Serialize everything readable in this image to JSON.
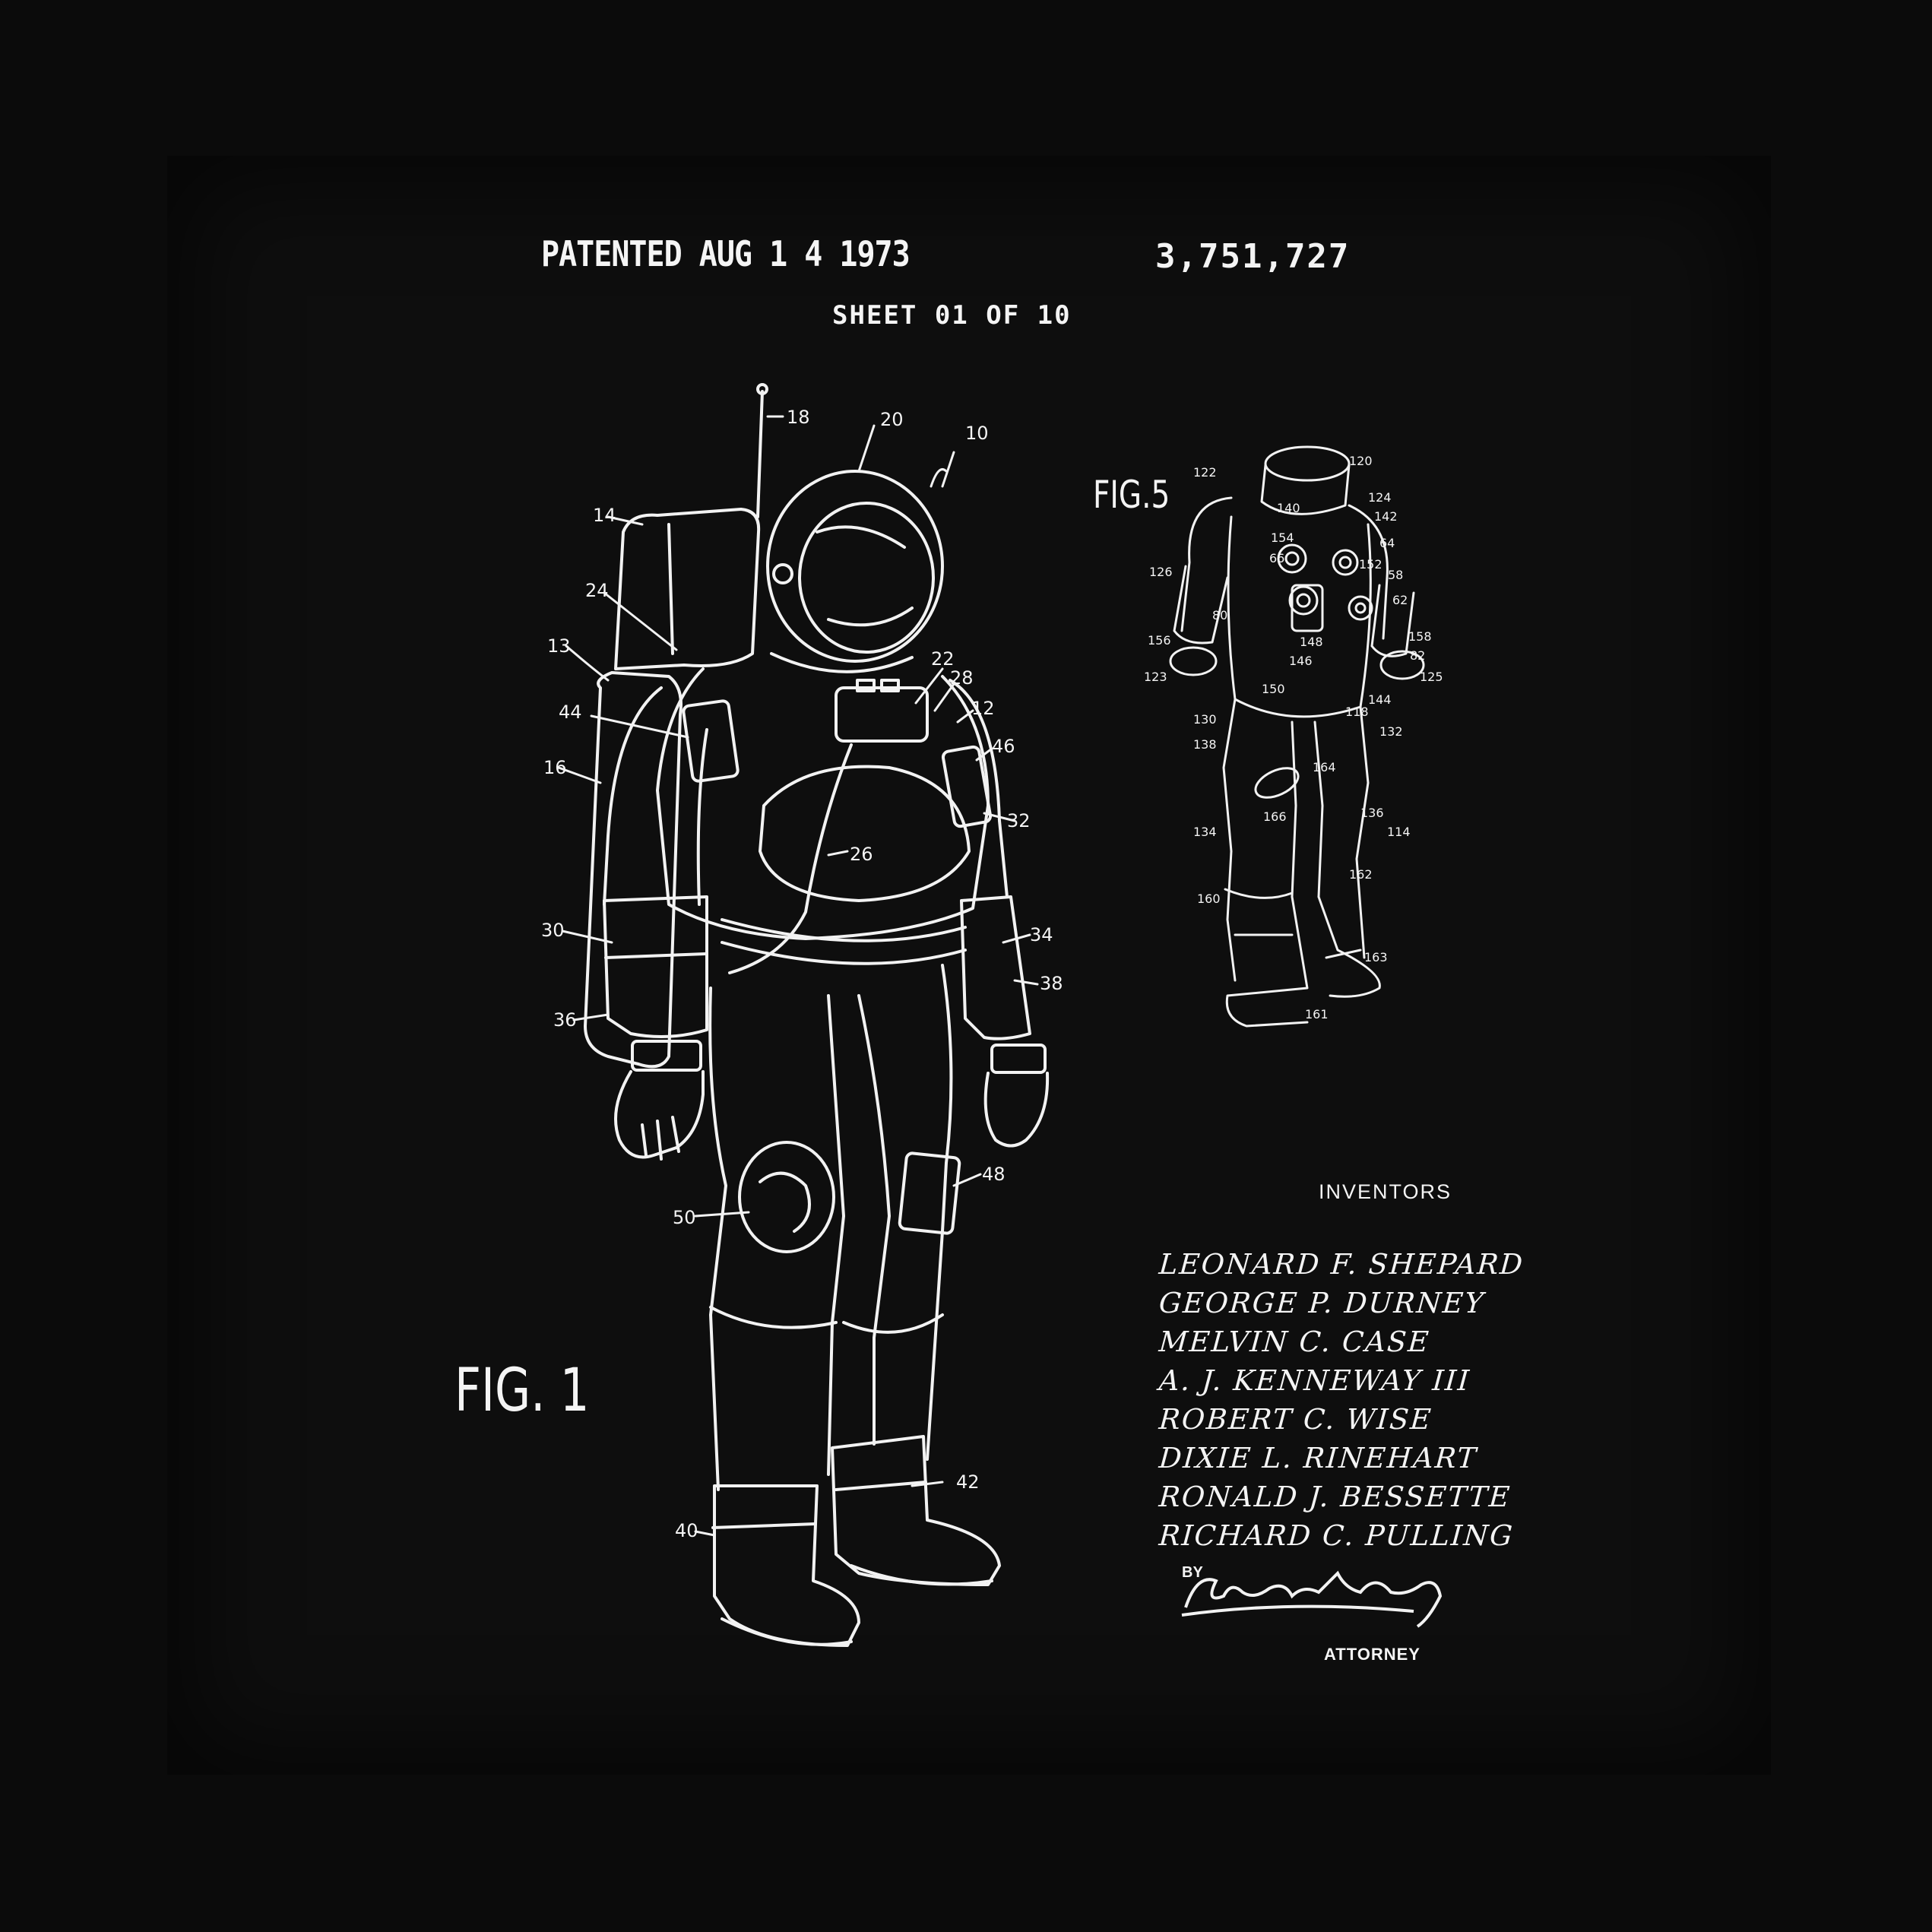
{
  "header": {
    "patented_label": "PATENTED AUG 1 4 1973",
    "patent_number": "3,751,727",
    "sheet": "SHEET  01 OF 10"
  },
  "figures": {
    "fig1_label": "FIG. 1",
    "fig5_label": "FIG.5"
  },
  "fig1_callouts": [
    "18",
    "20",
    "10",
    "14",
    "24",
    "13",
    "22",
    "28",
    "12",
    "44",
    "46",
    "16",
    "32",
    "26",
    "30",
    "34",
    "38",
    "36",
    "48",
    "50",
    "42",
    "40"
  ],
  "fig5_callouts": [
    "122",
    "120",
    "124",
    "142",
    "140",
    "154",
    "64",
    "66",
    "152",
    "58",
    "126",
    "62",
    "80",
    "148",
    "158",
    "156",
    "146",
    "82",
    "123",
    "150",
    "125",
    "144",
    "118",
    "130",
    "138",
    "132",
    "164",
    "166",
    "136",
    "114",
    "134",
    "162",
    "160",
    "163",
    "161"
  ],
  "inventors": {
    "heading": "INVENTORS",
    "names": [
      "LEONARD F. SHEPARD",
      "GEORGE P. DURNEY",
      "MELVIN C.  CASE",
      "A. J.  KENNEWAY  III",
      "ROBERT  C.  WISE",
      "DIXIE  L.  RINEHART",
      "RONALD  J.  BESSETTE",
      "RICHARD  C.  PULLING"
    ]
  },
  "attorney": {
    "by_label": "BY",
    "signature": "Michael A. Sims Jr.",
    "title": "ATTORNEY"
  },
  "colors": {
    "background": "#0e0e0e",
    "ink": "#f4f4f4"
  }
}
